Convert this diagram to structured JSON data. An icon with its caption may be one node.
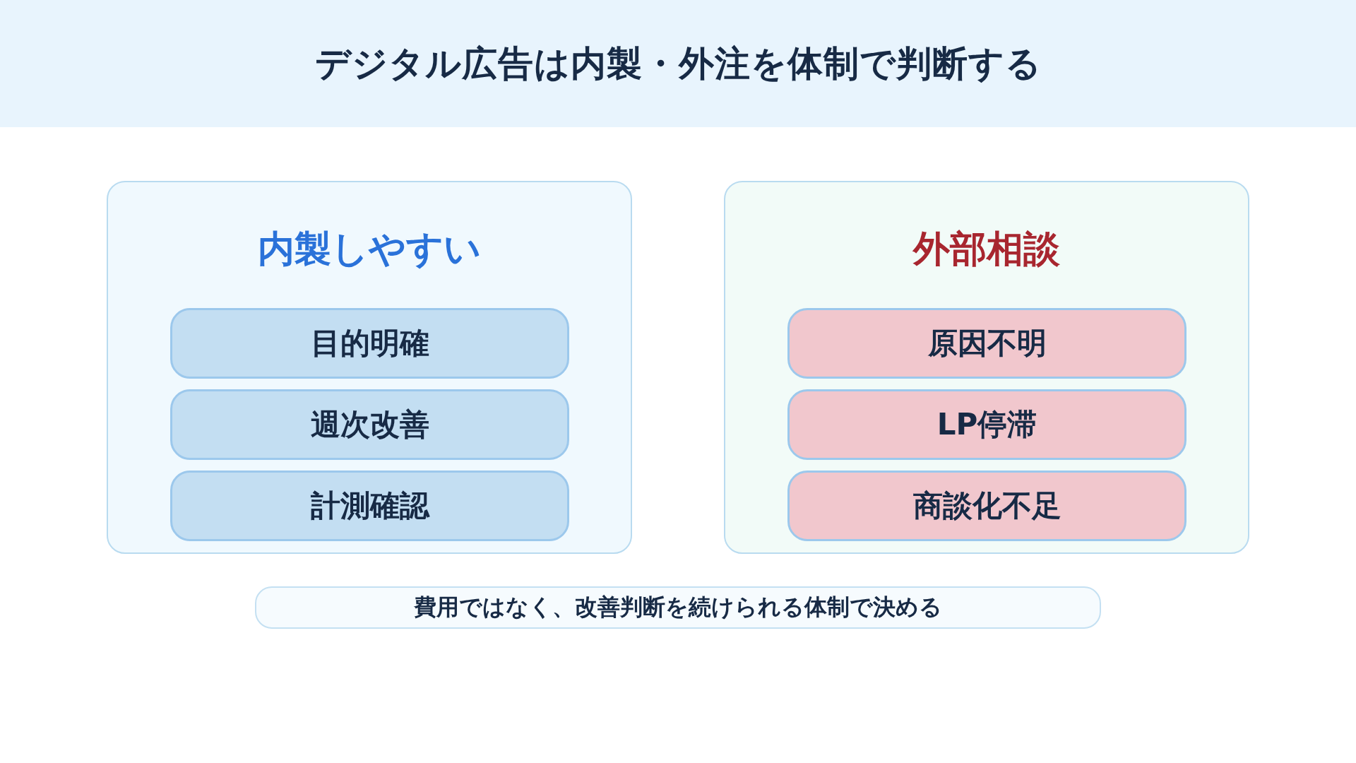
{
  "diagram": {
    "title": "デジタル広告は内製・外注を体制で判断する",
    "nodes": [
      {
        "text": [
          "内製しやすい"
        ]
      },
      {
        "text": [
          "目的明確"
        ],
        "in": 0
      },
      {
        "text": [
          "週次改善"
        ],
        "in": 0
      },
      {
        "text": [
          "計測確認"
        ],
        "in": 0
      },
      {
        "text": [
          "外部相談"
        ]
      },
      {
        "text": [
          "原因不明"
        ],
        "in": 4
      },
      {
        "text": [
          "LP停滞"
        ],
        "in": 4
      },
      {
        "text": [
          "商談化不足"
        ],
        "in": 4
      },
      {
        "text": [
          "費用ではなく、改善判断を続けられる体制で決める"
        ]
      }
    ]
  }
}
